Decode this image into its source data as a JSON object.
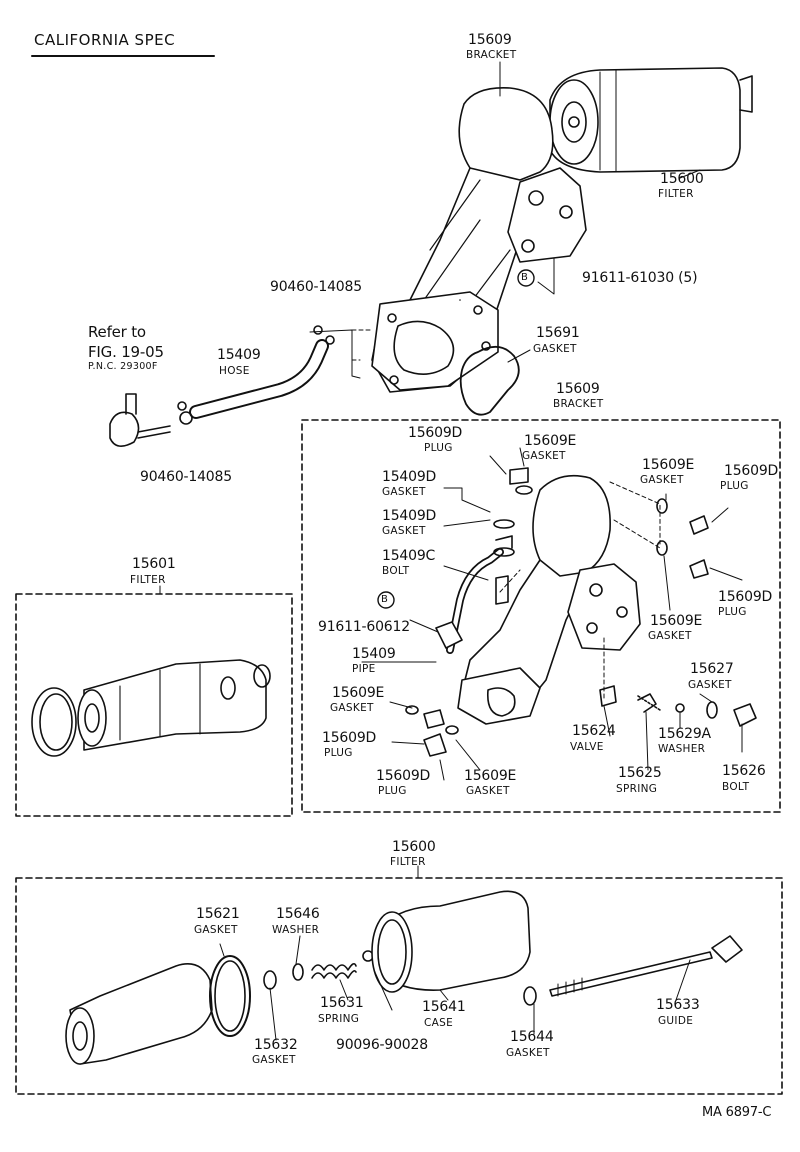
{
  "header": {
    "title": "CALIFORNIA SPEC"
  },
  "footer": {
    "drawing_code": "MA 6897-C"
  },
  "refer": {
    "line1": "Refer to",
    "line2": "FIG. 19-05",
    "line3": "P.N.C. 29300F"
  },
  "circle_b": "B",
  "labels": {
    "bracket_top": {
      "num": "15609",
      "name": "BRACKET"
    },
    "filter_top": {
      "num": "15600",
      "name": "FILTER"
    },
    "bolt_91611_61030": {
      "num": "91611-61030 (5)"
    },
    "clip_upper": {
      "num": "90460-14085"
    },
    "gasket_15691": {
      "num": "15691",
      "name": "GASKET"
    },
    "hose_15409": {
      "num": "15409",
      "name": "HOSE"
    },
    "clip_lower": {
      "num": "90460-14085"
    },
    "bracket_mid": {
      "num": "15609",
      "name": "BRACKET"
    },
    "plug_15609d_a": {
      "num": "15609D",
      "name": "PLUG"
    },
    "gasket_15609e_a": {
      "num": "15609E",
      "name": "GASKET"
    },
    "gasket_15409d_a": {
      "num": "15409D",
      "name": "GASKET"
    },
    "gasket_15409d_b": {
      "num": "15409D",
      "name": "GASKET"
    },
    "bolt_15409c": {
      "num": "15409C",
      "name": "BOLT"
    },
    "bolt_91611_60612": {
      "num": "91611-60612"
    },
    "pipe_15409": {
      "num": "15409",
      "name": "PIPE"
    },
    "gasket_15609e_b": {
      "num": "15609E",
      "name": "GASKET"
    },
    "plug_15609d_b": {
      "num": "15609D",
      "name": "PLUG"
    },
    "plug_15609d_c": {
      "num": "15609D",
      "name": "PLUG"
    },
    "gasket_15609e_c": {
      "num": "15609E",
      "name": "GASKET"
    },
    "gasket_15609e_d": {
      "num": "15609E",
      "name": "GASKET"
    },
    "plug_15609d_d": {
      "num": "15609D",
      "name": "PLUG"
    },
    "gasket_15609e_e": {
      "num": "15609E",
      "name": "GASKET"
    },
    "plug_15609d_e": {
      "num": "15609D",
      "name": "PLUG"
    },
    "valve_15624": {
      "num": "15624",
      "name": "VALVE"
    },
    "spring_15625": {
      "num": "15625",
      "name": "SPRING"
    },
    "gasket_15627": {
      "num": "15627",
      "name": "GASKET"
    },
    "washer_15629a": {
      "num": "15629A",
      "name": "WASHER"
    },
    "bolt_15626": {
      "num": "15626",
      "name": "BOLT"
    },
    "filter_15601": {
      "num": "15601",
      "name": "FILTER"
    },
    "filter_15600_bottom": {
      "num": "15600",
      "name": "FILTER"
    },
    "gasket_15621": {
      "num": "15621",
      "name": "GASKET"
    },
    "washer_15646": {
      "num": "15646",
      "name": "WASHER"
    },
    "spring_15631": {
      "num": "15631",
      "name": "SPRING"
    },
    "gasket_15632": {
      "num": "15632",
      "name": "GASKET"
    },
    "part_90096_90028": {
      "num": "90096-90028"
    },
    "case_15641": {
      "num": "15641",
      "name": "CASE"
    },
    "gasket_15644": {
      "num": "15644",
      "name": "GASKET"
    },
    "guide_15633": {
      "num": "15633",
      "name": "GUIDE"
    }
  }
}
